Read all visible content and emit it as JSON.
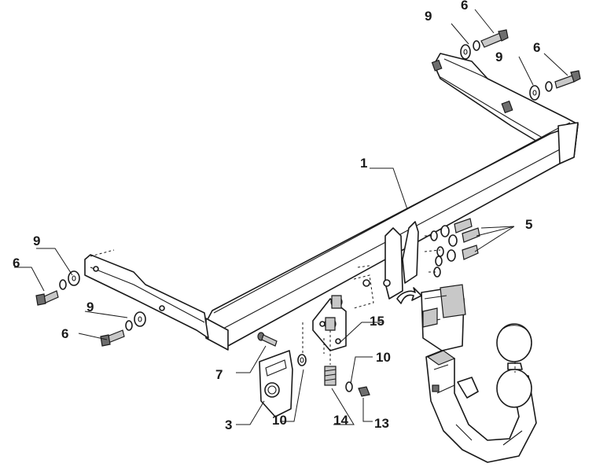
{
  "labels": {
    "crossbar": "1",
    "socket_plate": "3",
    "bolt_set": "5",
    "bolt_top_left": "6",
    "bolt_top_right": "6",
    "bolt_left_upper": "6",
    "bolt_left_lower": "6",
    "screw": "7",
    "washer_top_left": "9",
    "washer_top_right": "9",
    "washer_left_upper": "9",
    "washer_left_lower": "9",
    "washer_bottom_left": "10",
    "washer_bottom_right": "10",
    "nut": "13",
    "spring": "14",
    "bracket_bolts": "15"
  }
}
